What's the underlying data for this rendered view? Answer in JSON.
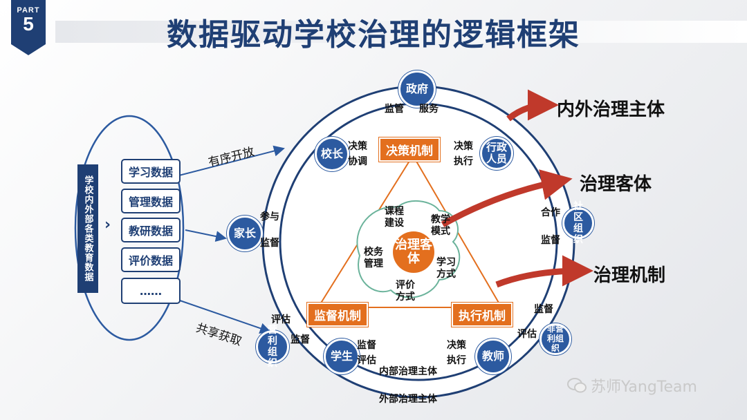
{
  "badge": {
    "part": "PART",
    "num": "5"
  },
  "title": "数据驱动学校治理的逻辑框架",
  "data_panel": {
    "vertical_label": "学校内外部各类教育数据",
    "items": [
      "学习数据",
      "管理数据",
      "教研数据",
      "评价数据",
      "……"
    ],
    "chevron": "›"
  },
  "flows": {
    "open": "有序开放",
    "share": "共享获取"
  },
  "nodes": {
    "gov": "政府",
    "principal": "校长",
    "admin": "行政人员",
    "parent": "家长",
    "community": "社区组织",
    "forprofit": "营利组织",
    "student": "学生",
    "teacher": "教师",
    "nonprofit": "非营利组织"
  },
  "relations": {
    "gov_a": "监管",
    "gov_b": "服务",
    "principal_a": "决策",
    "principal_b": "协调",
    "admin_a": "决策",
    "admin_b": "执行",
    "parent_a": "参与",
    "parent_b": "监督",
    "community_a": "合作",
    "community_b": "监督",
    "forprofit_a": "评估",
    "forprofit_b": "监督",
    "student_a": "监督",
    "student_b": "评估",
    "teacher_a": "决策",
    "teacher_b": "执行",
    "nonprofit_a": "监督",
    "nonprofit_b": "评估"
  },
  "mechanisms": {
    "decision": "决策机制",
    "supervise": "监督机制",
    "execute": "执行机制"
  },
  "objects": {
    "core": "治理客体",
    "course": "课程建设",
    "teaching": "教学模式",
    "learning": "学习方式",
    "evaluation": "评价方式",
    "affairs": "校务管理"
  },
  "rings": {
    "inner": "内部治理主体",
    "outer": "外部治理主体"
  },
  "right_labels": {
    "subject": "内外治理主体",
    "object": "治理客体",
    "mechanism": "治理机制"
  },
  "colors": {
    "navy": "#1f3f74",
    "blue": "#2c5aa0",
    "orange": "#e36f1e",
    "red_arrow": "#c0392b"
  },
  "watermark": "苏师YangTeam"
}
